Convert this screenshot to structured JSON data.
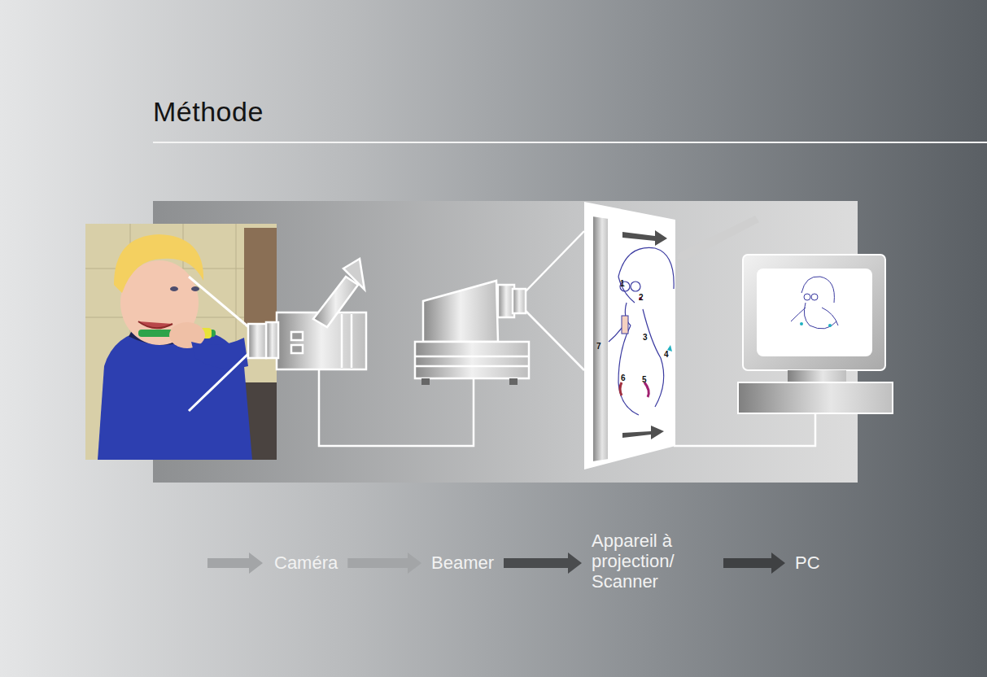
{
  "diagram": {
    "title": "Méthode",
    "nodes": [
      {
        "text": [
          "Caméra"
        ]
      },
      {
        "text": [
          "Beamer"
        ]
      },
      {
        "text": [
          "Appareil à projection/ Scanner"
        ]
      },
      {
        "text": [
          "PC"
        ]
      }
    ],
    "edges": [
      {
        "from": 0,
        "to": 1,
        "arrow": "to"
      },
      {
        "from": 1,
        "to": 2,
        "arrow": "to"
      },
      {
        "from": 2,
        "to": 3,
        "arrow": "to"
      }
    ],
    "labels": [
      "1",
      "2",
      "3",
      "4",
      "5",
      "6",
      "7"
    ]
  }
}
